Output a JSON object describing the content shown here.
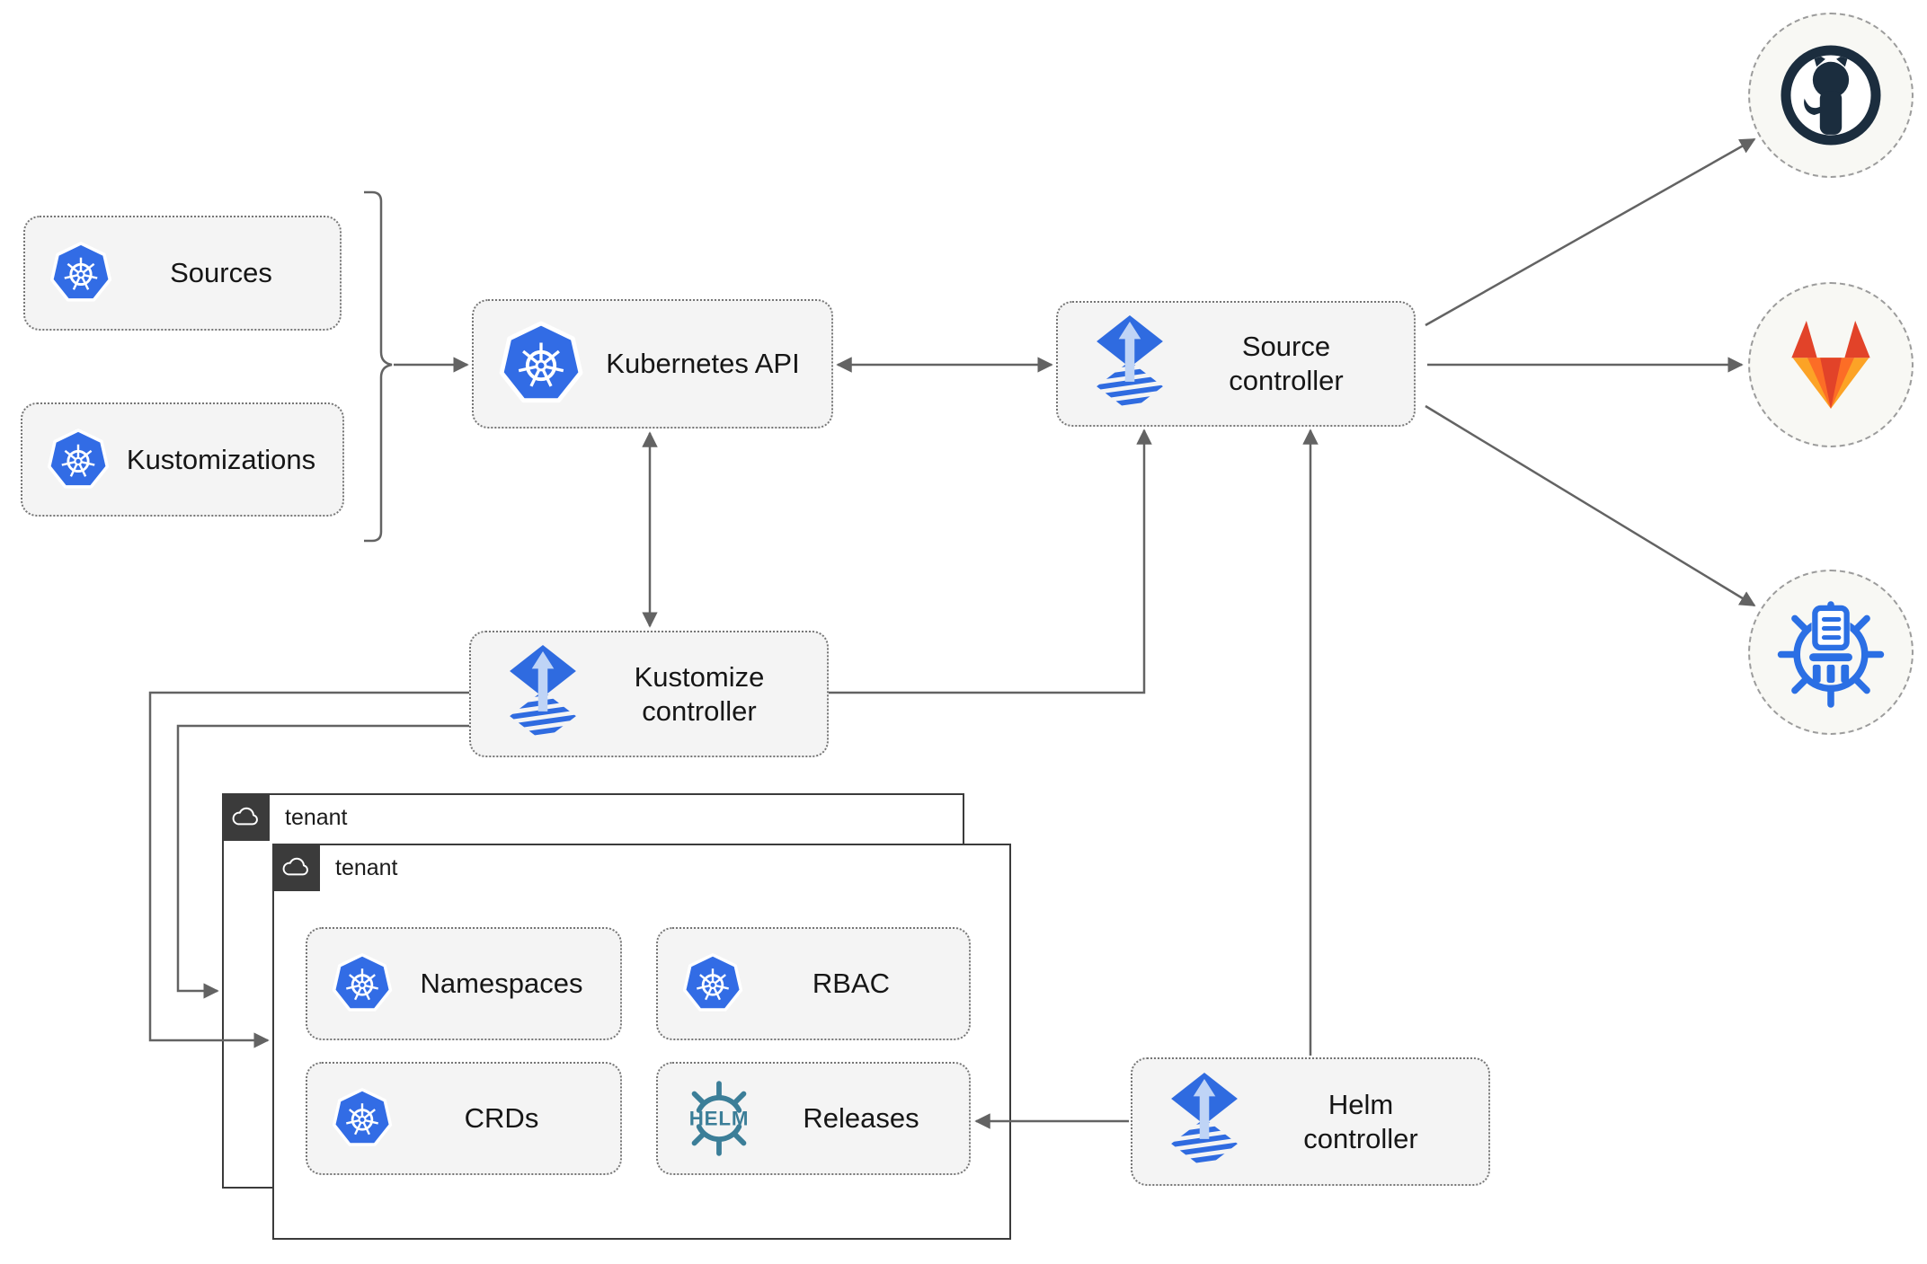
{
  "diagram": {
    "nodes": {
      "sources": {
        "label": "Sources",
        "icon": "kubernetes-icon"
      },
      "kustomizations": {
        "label": "Kustomizations",
        "icon": "kubernetes-icon"
      },
      "kubernetes_api": {
        "label": "Kubernetes API",
        "icon": "kubernetes-icon"
      },
      "source_controller": {
        "line1": "Source",
        "line2": "controller",
        "icon": "flux-icon"
      },
      "kustomize_controller": {
        "line1": "Kustomize",
        "line2": "controller",
        "icon": "flux-icon"
      },
      "helm_controller": {
        "line1": "Helm",
        "line2": "controller",
        "icon": "flux-icon"
      },
      "tenant_outer": {
        "label": "tenant",
        "icon": "cloud-icon"
      },
      "tenant_inner": {
        "label": "tenant",
        "icon": "cloud-icon"
      },
      "namespaces": {
        "label": "Namespaces",
        "icon": "kubernetes-icon"
      },
      "rbac": {
        "label": "RBAC",
        "icon": "kubernetes-icon"
      },
      "crds": {
        "label": "CRDs",
        "icon": "kubernetes-icon"
      },
      "releases": {
        "label": "Releases",
        "icon": "helm-icon",
        "icon_text": "HELM"
      },
      "github": {
        "icon": "github-icon"
      },
      "gitlab": {
        "icon": "gitlab-icon"
      },
      "chartmuseum": {
        "icon": "chartmuseum-icon"
      }
    },
    "edges": [
      {
        "from": "sources-and-kustomizations",
        "to": "kubernetes-api",
        "style": "arrow"
      },
      {
        "from": "kubernetes-api",
        "to": "source-controller",
        "style": "double-arrow"
      },
      {
        "from": "kubernetes-api",
        "to": "kustomize-controller",
        "style": "double-arrow"
      },
      {
        "from": "kustomize-controller",
        "to": "source-controller",
        "style": "arrow"
      },
      {
        "from": "helm-controller",
        "to": "source-controller",
        "style": "arrow"
      },
      {
        "from": "source-controller",
        "to": "github",
        "style": "arrow"
      },
      {
        "from": "source-controller",
        "to": "gitlab",
        "style": "arrow"
      },
      {
        "from": "source-controller",
        "to": "chartmuseum",
        "style": "arrow"
      },
      {
        "from": "kustomize-controller",
        "to": "tenant-inner",
        "style": "arrow"
      },
      {
        "from": "kustomize-controller",
        "to": "tenant-outer",
        "style": "arrow"
      },
      {
        "from": "helm-controller",
        "to": "releases",
        "style": "arrow"
      }
    ],
    "colors": {
      "kubernetes_blue": "#326CE5",
      "flux_blue": "#2F6BE0",
      "flux_arrow_light": "#BFD4F6",
      "helm_teal": "#3B7E98",
      "github_dark": "#1B2D3E",
      "gitlab_red_orange": "#E24329",
      "gitlab_orange": "#FC6D26",
      "gitlab_light_orange": "#FCA326",
      "chartmuseum_blue": "#2B6FE4",
      "line_gray": "#636363",
      "node_fill": "#F4F4F4",
      "node_border": "#767676",
      "tenant_border": "#3B3B3B",
      "circle_border": "#9C9C9C"
    }
  }
}
